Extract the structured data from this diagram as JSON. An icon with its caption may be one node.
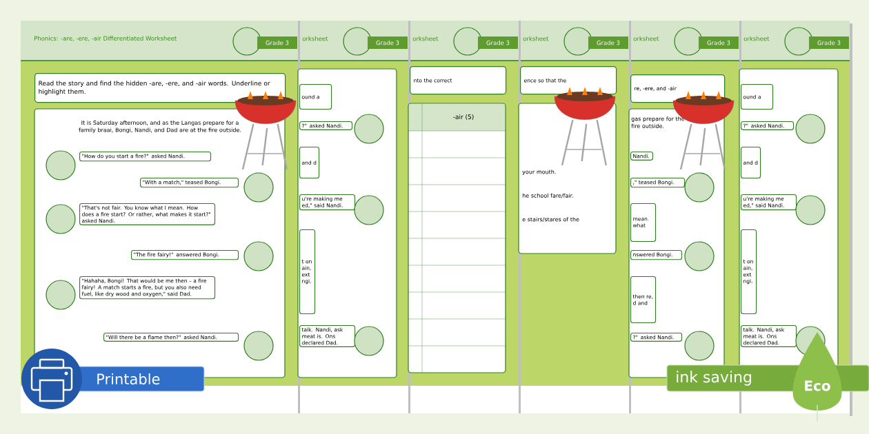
{
  "diagram": {
    "title": "Phonics: -are, -ere, -air Differentiated Worksheet",
    "nodes": [
      {
        "text": [
          "Grade 3"
        ]
      },
      {
        "text": [
          "Read the story and find the hidden -are, -ere, and -air words. Underline or highlight them."
        ]
      },
      {
        "text": [
          "It is Saturday afternoon, and as the Langas prepare for a family braai, Bongi, Nandi, and Dad are at the fire outside."
        ]
      },
      {
        "text": [
          "\"How do you start a fire?\" asked Nandi."
        ],
        "in": 2
      },
      {
        "text": [
          "\"With a match,\" teased Bongi."
        ],
        "in": 2
      },
      {
        "text": [
          "\"That's not fair. You know what I mean. How does a fire start? Or rather, what makes it start?\" asked Nandi."
        ],
        "in": 2
      },
      {
        "text": [
          "\"The fire fairy!\" answered Bongi."
        ],
        "in": 2
      },
      {
        "text": [
          "\"Hahaha, Bongi! That would be me then – a fire fairy! A match starts a fire, but you also need fuel, like dry wood and oxygen,\" said Dad."
        ],
        "in": 2
      },
      {
        "text": [
          "\"Will there be a flame then?\" asked Nandi."
        ],
        "in": 2
      },
      {
        "text": [
          "Grade 3"
        ]
      },
      {
        "text": [
          "ound a"
        ]
      },
      {
        "text": [
          "?\" asked Nandi."
        ]
      },
      {
        "text": [
          "and d"
        ]
      },
      {
        "text": [
          "u're making me ed,\" said Nandi."
        ]
      },
      {
        "text": [
          "t on ain, ext ngi."
        ]
      },
      {
        "text": [
          "talk. Nandi, ask meat is. Ons declared Dad."
        ]
      },
      {
        "text": [
          "Grade 3"
        ]
      },
      {
        "text": [
          "nto the correct"
        ]
      },
      {
        "text": [
          "Grade 3"
        ]
      },
      {
        "text": [
          "ence so that the"
        ]
      },
      {
        "text": [
          "your mouth.",
          "he school fare/fair.",
          "e stairs/stares of the"
        ]
      },
      {
        "text": [
          "Grade 3"
        ]
      },
      {
        "text": [
          "re, -ere, and -air"
        ]
      },
      {
        "text": [
          "gas prepare for the fire outside."
        ]
      },
      {
        "text": [
          "Nandi."
        ],
        "in": 23
      },
      {
        "text": [
          ",\" teased Bongi."
        ],
        "in": 23
      },
      {
        "text": [
          "mean. what"
        ],
        "in": 23
      },
      {
        "text": [
          "nswered Bongi."
        ],
        "in": 23
      },
      {
        "text": [
          "then re, d and"
        ],
        "in": 23
      },
      {
        "text": [
          "?\" asked Nandi."
        ],
        "in": 23
      },
      {
        "text": [
          "Grade 3"
        ]
      },
      {
        "text": [
          "ound a"
        ]
      },
      {
        "text": [
          "?\" asked Nandi."
        ]
      },
      {
        "text": [
          "and d"
        ]
      },
      {
        "text": [
          "u're making me ed,\" said Nandi."
        ]
      },
      {
        "text": [
          "t on ain, ext ngi."
        ]
      },
      {
        "text": [
          "talk. Nandi, ask meat is. Ons declared Dad."
        ]
      },
      {
        "text": [
          "Printable"
        ]
      },
      {
        "text": [
          "ink saving",
          "Eco"
        ]
      }
    ],
    "labels": [
      "orksheet",
      "orksheet",
      "orksheet",
      "orksheet",
      "orksheet",
      "-air (5)"
    ]
  }
}
